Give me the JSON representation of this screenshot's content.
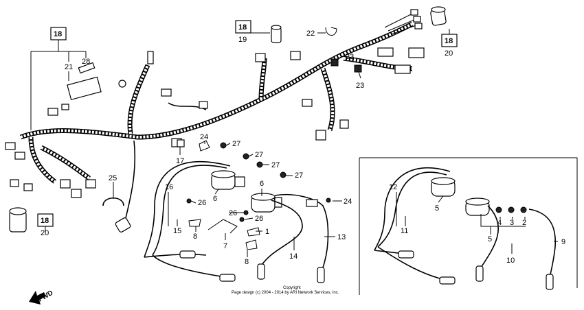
{
  "diagram": {
    "callouts": [
      {
        "id": "c18a",
        "text": "18"
      },
      {
        "id": "c28",
        "text": "28"
      },
      {
        "id": "c21",
        "text": "21"
      },
      {
        "id": "c19",
        "text": "19"
      },
      {
        "id": "c18b",
        "text": "18"
      },
      {
        "id": "c22",
        "text": "22"
      },
      {
        "id": "c23a",
        "text": "23"
      },
      {
        "id": "c23b",
        "text": "23"
      },
      {
        "id": "c18c",
        "text": "18"
      },
      {
        "id": "c20a",
        "text": "20"
      },
      {
        "id": "c17",
        "text": "17"
      },
      {
        "id": "c24a",
        "text": "24"
      },
      {
        "id": "c27a",
        "text": "27"
      },
      {
        "id": "c27b",
        "text": "27"
      },
      {
        "id": "c27c",
        "text": "27"
      },
      {
        "id": "c27d",
        "text": "27"
      },
      {
        "id": "c25",
        "text": "25"
      },
      {
        "id": "c16",
        "text": "16"
      },
      {
        "id": "c15",
        "text": "15"
      },
      {
        "id": "c6a",
        "text": "6"
      },
      {
        "id": "c6b",
        "text": "6"
      },
      {
        "id": "c26a",
        "text": "26"
      },
      {
        "id": "c26b",
        "text": "26"
      },
      {
        "id": "c26c",
        "text": "26"
      },
      {
        "id": "c8a",
        "text": "8"
      },
      {
        "id": "c8b",
        "text": "8"
      },
      {
        "id": "c7",
        "text": "7"
      },
      {
        "id": "c1",
        "text": "1"
      },
      {
        "id": "c24b",
        "text": "24"
      },
      {
        "id": "c13",
        "text": "13"
      },
      {
        "id": "c14",
        "text": "14"
      },
      {
        "id": "c18d",
        "text": "18"
      },
      {
        "id": "c20b",
        "text": "20"
      },
      {
        "id": "c12",
        "text": "12"
      },
      {
        "id": "c11",
        "text": "11"
      },
      {
        "id": "c5a",
        "text": "5"
      },
      {
        "id": "c4",
        "text": "4"
      },
      {
        "id": "c3",
        "text": "3"
      },
      {
        "id": "c2",
        "text": "2"
      },
      {
        "id": "c5b",
        "text": "5"
      },
      {
        "id": "c10",
        "text": "10"
      },
      {
        "id": "c9",
        "text": "9"
      }
    ],
    "copyright_line1": "Copyright",
    "copyright_line2": "Page design (c) 2004 - 2014 by ARI Network Services, Inc.",
    "fwd_label": "FWD"
  }
}
